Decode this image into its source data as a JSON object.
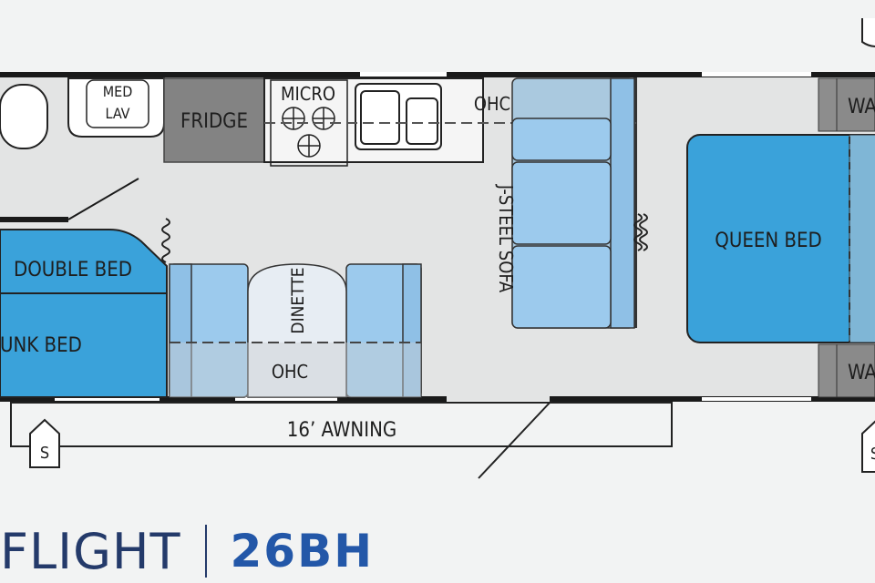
{
  "floorplan": {
    "labels": {
      "med_lav": [
        "MED",
        "LAV"
      ],
      "fridge": "FRIDGE",
      "micro": "MICRO",
      "ohc_kitchen": "OHC",
      "sofa": "J-STEEL SOFA",
      "queen_bed": "QUEEN BED",
      "wardrobe_top": "WA",
      "wardrobe_bottom": "WA",
      "double_bed": "DOUBLE BED",
      "bunk_bed": "UNK BED",
      "dinette": "DINETTE",
      "ohc_dinette": "OHC",
      "awning": "16’ AWNING",
      "steps_left": "S",
      "steps_right": "S"
    },
    "colors": {
      "floor": "#e3e4e4",
      "wall": "#1a1a1a",
      "cushion": "#9ccaed",
      "cushion_dark": "#8fc0e6",
      "queen_bed": "#3aa2da",
      "double_bed": "#3aa2da",
      "appliance": "#838383",
      "wardrobe": "#8d8d8d"
    }
  },
  "brand": {
    "model_name": "FLIGHT",
    "model_code": "26BH"
  }
}
